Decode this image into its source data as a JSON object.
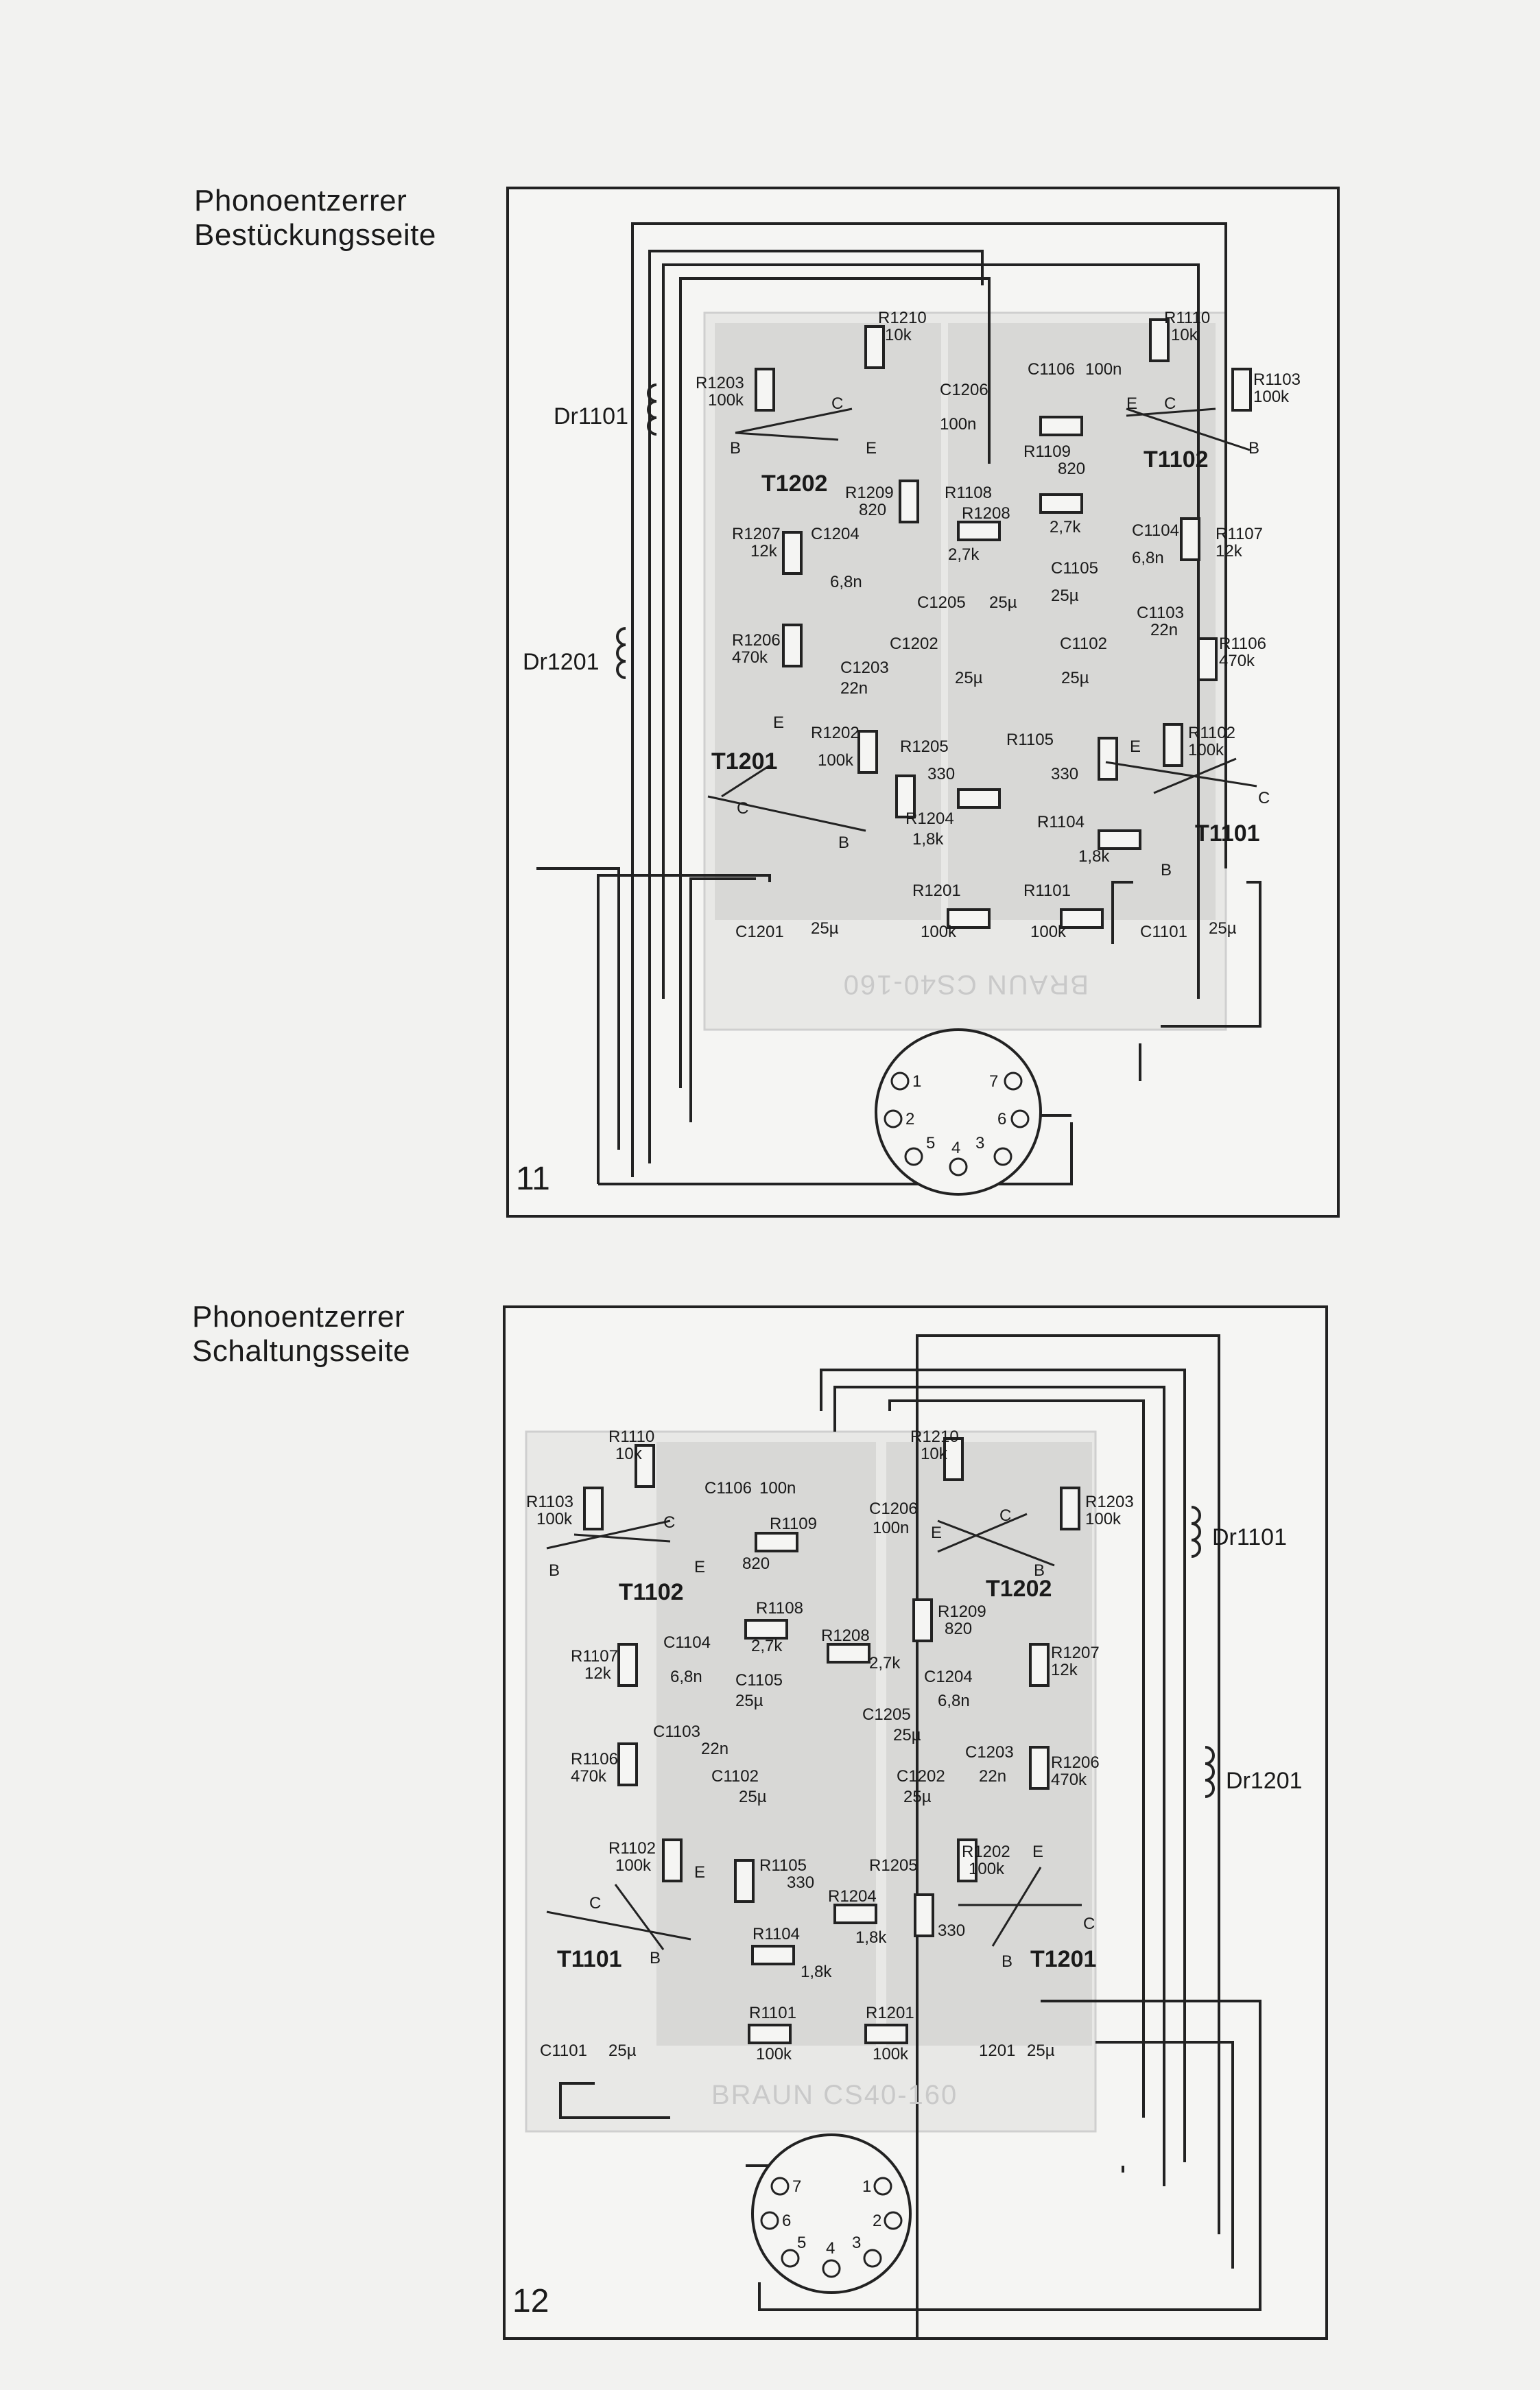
{
  "figure11": {
    "title_line1": "Phonoentzerrer",
    "title_line2": "Bestückungsseite",
    "number": "11",
    "brand": "BRAUN CS40-160"
  },
  "figure12": {
    "title_line1": "Phonoentzerrer",
    "title_line2": "Schaltungsseite",
    "number": "12",
    "brand": "BRAUN CS40-160"
  },
  "components": {
    "dr1101": "Dr1101",
    "dr1201": "Dr1201",
    "t1101": "T1101",
    "t1102": "T1102",
    "t1201": "T1201",
    "t1202": "T1202",
    "r1210": "R1210",
    "r1210v": "10k",
    "r1110": "R1110",
    "r1110v": "10k",
    "r1203": "R1203",
    "r1203v": "100k",
    "r1103": "R1103",
    "r1103v": "100k",
    "c1206": "C1206",
    "c1206v": "100n",
    "c1106": "C1106",
    "c1106v": "100n",
    "r1209": "R1209",
    "r1209v": "820",
    "r1109": "R1109",
    "r1109v": "820",
    "r1108": "R1108",
    "r1108v": "2,7k",
    "r1208": "R1208",
    "r1208v": "2,7k",
    "r1207": "R1207",
    "r1207v": "12k",
    "r1107": "R1107",
    "r1107v": "12k",
    "c1204": "C1204",
    "c1204v": "6,8n",
    "c1104": "C1104",
    "c1104v": "6,8n",
    "c1205": "C1205",
    "c1205v": "25µ",
    "c1105": "C1105",
    "c1105v": "25µ",
    "r1206": "R1206",
    "r1206v": "470k",
    "r1106": "R1106",
    "r1106v": "470k",
    "c1103": "C1103",
    "c1103v": "22n",
    "c1203": "C1203",
    "c1203v": "22n",
    "c1202": "C1202",
    "c1202v": "25µ",
    "c1102": "C1102",
    "c1102v": "25µ",
    "r1202": "R1202",
    "r1202v": "100k",
    "r1102": "R1102",
    "r1102v": "100k",
    "r1205": "R1205",
    "r1205v": "330",
    "r1105": "R1105",
    "r1105v": "330",
    "r1204": "R1204",
    "r1204v": "1,8k",
    "r1104": "R1104",
    "r1104v": "1,8k",
    "r1201": "R1201",
    "r1201v": "100k",
    "r1101": "R1101",
    "r1101v": "100k",
    "c1201": "C1201",
    "c1201v": "25µ",
    "c1101": "C1101",
    "c1101v": "25µ",
    "c1201b": "1201",
    "e": "E",
    "b": "B",
    "c": "C",
    "pin1": "1",
    "pin2": "2",
    "pin3": "3",
    "pin4": "4",
    "pin5": "5",
    "pin6": "6",
    "pin7": "7"
  }
}
